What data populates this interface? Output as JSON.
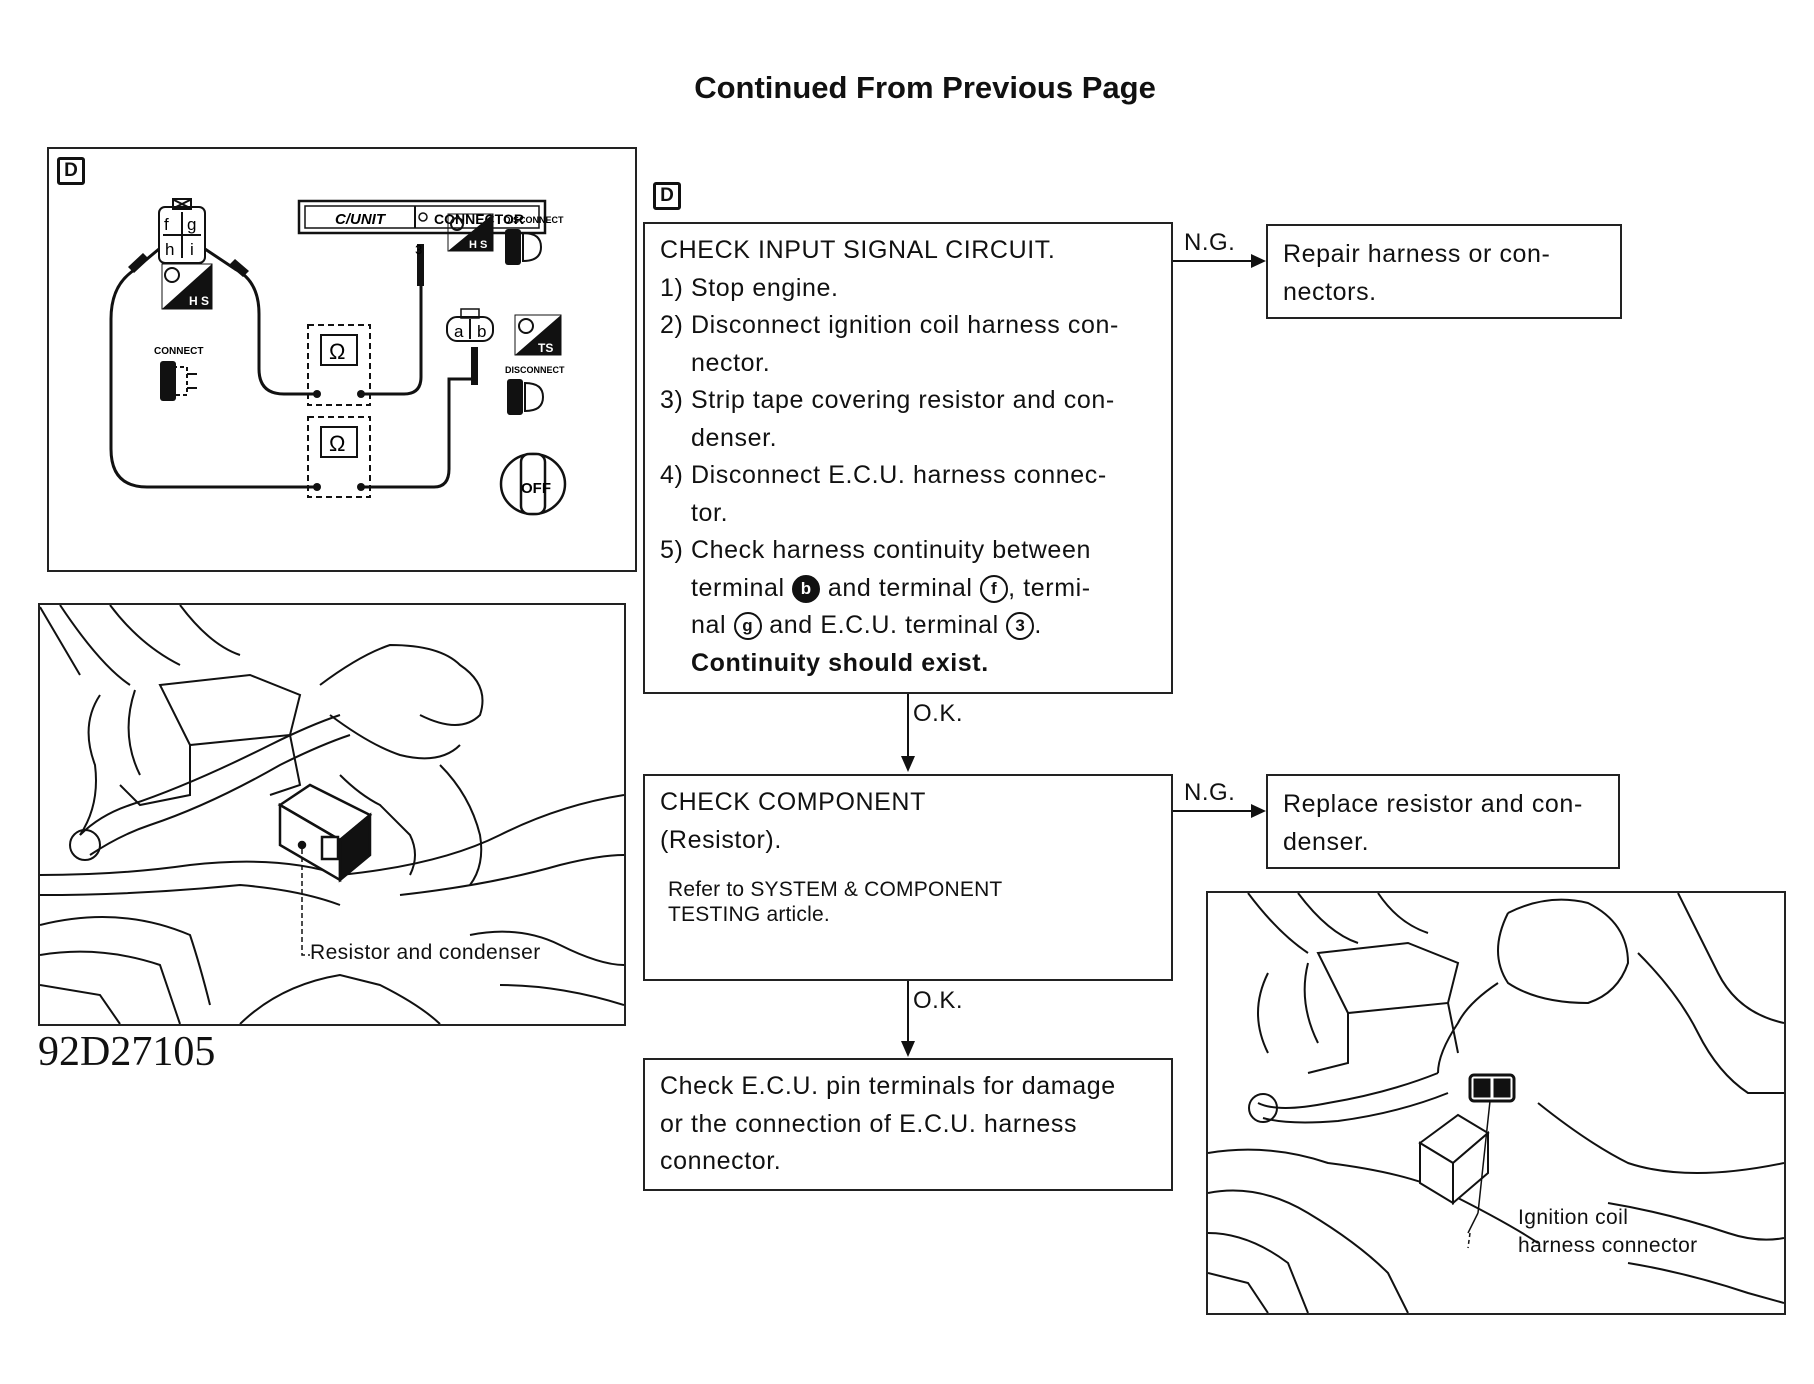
{
  "page": {
    "title": "Continued From Previous Page",
    "figure_id": "92D27105"
  },
  "section_label": "D",
  "wiring": {
    "label": "D",
    "cunit": "C/UNIT",
    "connector": "CONNECTOR",
    "pins_left": [
      "f",
      "g",
      "h",
      "i"
    ],
    "pins_right": [
      "a",
      "b"
    ],
    "terminal_3": "3",
    "hs": "H S",
    "ts": "TS",
    "disconnect": "DISCONNECT",
    "connect": "CONNECT",
    "off": "OFF",
    "ohm": "Ω"
  },
  "flow": {
    "check_input": {
      "title": "CHECK INPUT SIGNAL CIRCUIT.",
      "steps": [
        "1) Stop engine.",
        "2) Disconnect ignition coil harness con-",
        "nector.",
        "3) Strip tape covering resistor and con-",
        "denser.",
        "4) Disconnect E.C.U. harness connec-",
        "tor.",
        "5) Check harness continuity between"
      ],
      "s5_a": "terminal",
      "t_b": "b",
      "s5_b": "and terminal",
      "t_f": "f",
      "s5_c": ", termi-",
      "s5_d": "nal",
      "t_g": "g",
      "s5_e": "and E.C.U. terminal",
      "t_3": "3",
      "s5_f": ".",
      "result": "Continuity should exist."
    },
    "ng1": "N.G.",
    "repair": [
      "Repair harness or con-",
      "nectors."
    ],
    "ok1": "O.K.",
    "check_component": {
      "title": "CHECK COMPONENT",
      "sub": "(Resistor).",
      "note": [
        "Refer to SYSTEM & COMPONENT",
        "TESTING article."
      ]
    },
    "ng2": "N.G.",
    "replace": [
      "Replace resistor and con-",
      "denser."
    ],
    "ok2": "O.K.",
    "check_ecu": [
      "Check E.C.U. pin terminals for damage",
      "or the connection of E.C.U. harness",
      "connector."
    ]
  },
  "photo1": {
    "label": "Resistor and condenser"
  },
  "photo2": {
    "label": [
      "Ignition coil",
      "harness connector"
    ]
  }
}
